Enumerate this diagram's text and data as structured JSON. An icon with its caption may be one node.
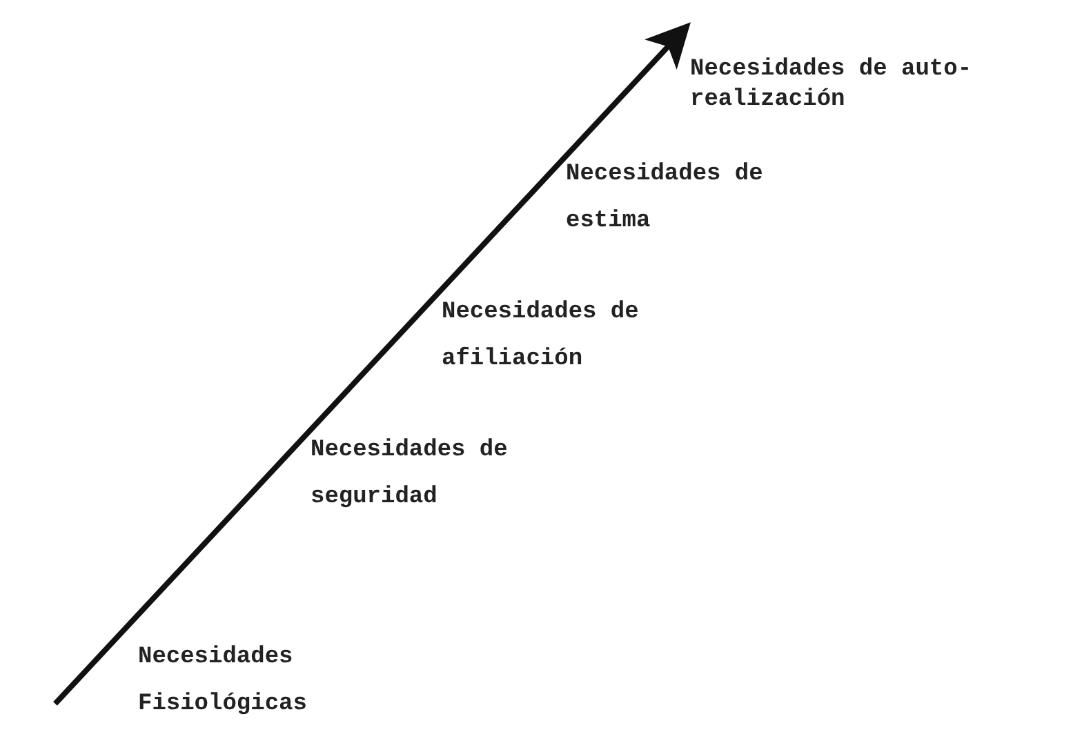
{
  "diagram": {
    "labels": [
      "Necesidades de auto-realización",
      "Necesidades de estima",
      "Necesidades de afiliación",
      "Necesidades de seguridad",
      "Necesidades Fisiológicas"
    ]
  }
}
